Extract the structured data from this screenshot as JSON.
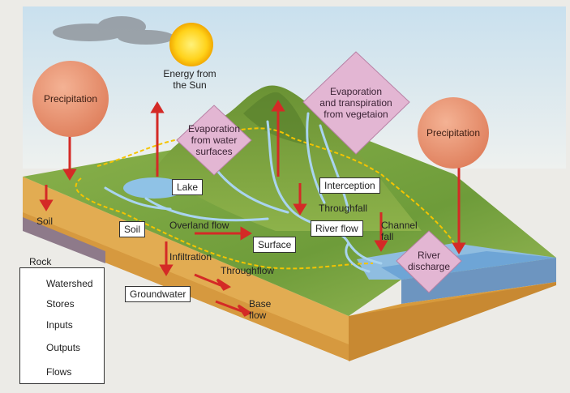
{
  "colors": {
    "input_fill": "#e8906e",
    "output_fill": "#e3b6d3",
    "flow_arrow": "#d42a26",
    "watershed_line": "#f4c400",
    "land_green": "#7fa844",
    "water_blue": "#8fbde0",
    "soil_orange": "#e6b35c"
  },
  "sky": {
    "sun_label": "Energy from\nthe Sun"
  },
  "inputs": [
    {
      "label": "Precipitation"
    },
    {
      "label": "Precipitation"
    }
  ],
  "outputs": [
    {
      "label": "Evaporation\nfrom water\nsurfaces"
    },
    {
      "label": "Evaporation\nand transpiration\nfrom vegetaion"
    },
    {
      "label": "River\ndischarge"
    }
  ],
  "stores": [
    {
      "label": "Lake"
    },
    {
      "label": "Soil"
    },
    {
      "label": "Surface"
    },
    {
      "label": "Interception"
    },
    {
      "label": "River flow"
    },
    {
      "label": "Groundwater"
    }
  ],
  "flows": [
    {
      "label": "Overland flow"
    },
    {
      "label": "Infiltration"
    },
    {
      "label": "Throughflow"
    },
    {
      "label": "Throughfall"
    },
    {
      "label": "Channel\nfall"
    },
    {
      "label": "Base\nflow"
    }
  ],
  "layers": [
    {
      "label": "Soil"
    },
    {
      "label": "Rock"
    }
  ],
  "legend": {
    "items": [
      {
        "symbol": "dashed-line",
        "label": "Watershed"
      },
      {
        "symbol": "square",
        "label": "Stores"
      },
      {
        "symbol": "circle",
        "label": "Inputs"
      },
      {
        "symbol": "diamond",
        "label": "Outputs"
      },
      {
        "symbol": "arrow",
        "label": "Flows"
      }
    ]
  }
}
